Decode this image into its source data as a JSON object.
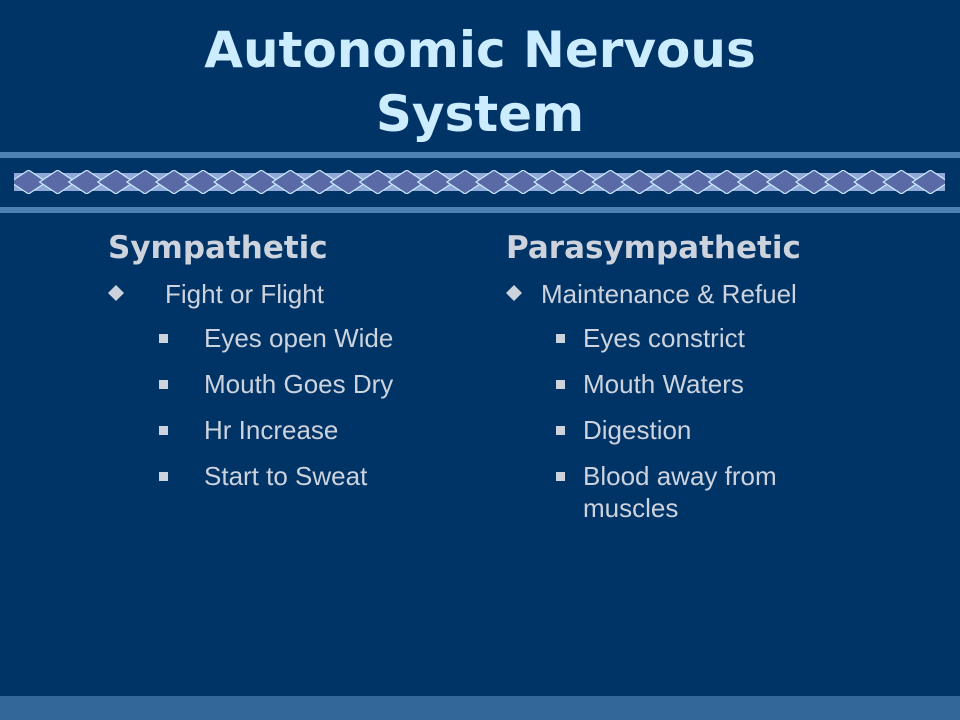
{
  "slide": {
    "title_line1": "Autonomic Nervous",
    "title_line2": "System"
  },
  "colors": {
    "background": "#003366",
    "title": "#ccecff",
    "body_text": "#ccd3dd",
    "rule": "#4d80b3",
    "diamond_fill": "#5a6aa6",
    "footer": "#336699"
  },
  "left_column": {
    "heading": "Sympathetic",
    "point": "Fight or Flight",
    "items": [
      "Eyes open Wide",
      "Mouth Goes Dry",
      "Hr Increase",
      "Start to Sweat"
    ]
  },
  "right_column": {
    "heading": "Parasympathetic",
    "point": "Maintenance & Refuel",
    "items": [
      "Eyes constrict",
      "Mouth Waters",
      "Digestion",
      "Blood away from muscles"
    ]
  },
  "icons": {
    "level1_bullet": "diamond-bullet-icon",
    "level2_bullet": "square-bullet-icon",
    "divider": "diamond-chain-divider"
  }
}
